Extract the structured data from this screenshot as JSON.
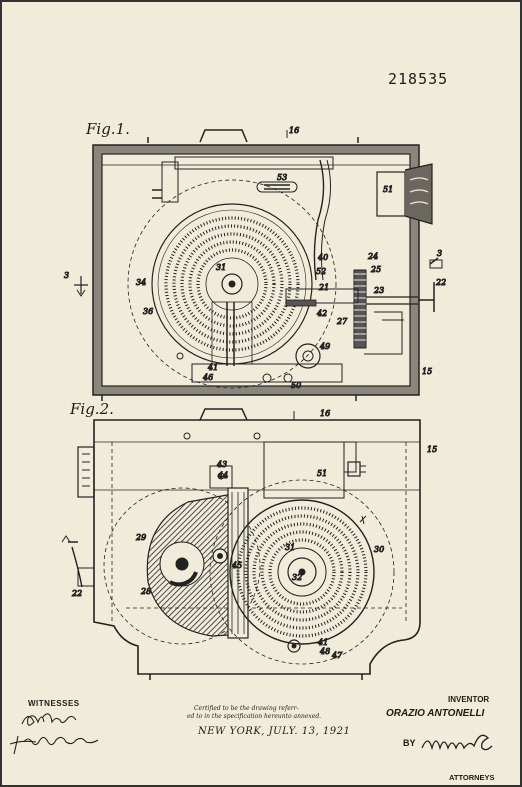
{
  "patent_number": "218535",
  "figure_labels": {
    "fig1": "Fig.1.",
    "fig2": "Fig.2."
  },
  "reference_numerals": {
    "fig1": [
      "16",
      "53",
      "51",
      "40",
      "24",
      "25",
      "52",
      "23",
      "22",
      "21",
      "42",
      "27",
      "34",
      "36",
      "41",
      "49",
      "46",
      "50",
      "15",
      "3"
    ],
    "fig2": [
      "16",
      "15",
      "43",
      "44",
      "51",
      "29",
      "28",
      "45",
      "31",
      "32",
      "30",
      "22",
      "41",
      "48",
      "47"
    ]
  },
  "witnesses": {
    "heading": "WITNESSES"
  },
  "certification": {
    "line1": "Certified to be the drawing      referr-",
    "line2": "ed to in the specification hereunto annexed.",
    "place_date": "NEW YORK, JULY. 13, 1921"
  },
  "inventor": {
    "heading": "INVENTOR",
    "name": "ORAZIO ANTONELLI"
  },
  "attorneys": {
    "by": "BY",
    "heading": "ATTORNEYS"
  },
  "colors": {
    "paper": "#f1ecd9",
    "ink": "#222222",
    "frame": "#7a766c",
    "shade": "#4a4a4a"
  }
}
